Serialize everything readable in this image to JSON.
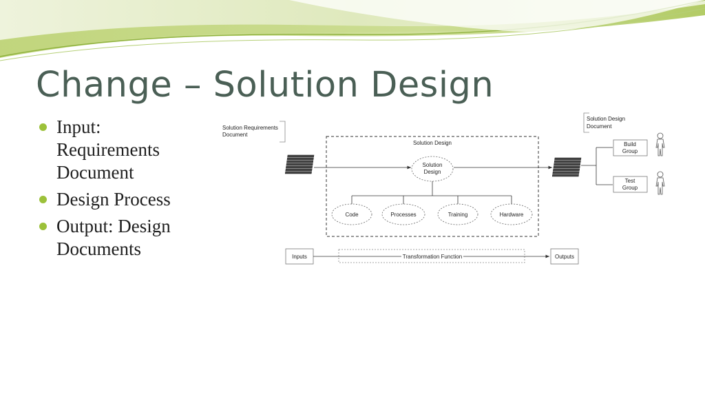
{
  "slide": {
    "title": "Change – Solution Design",
    "bullets": [
      "Input: Requirements Document",
      "Design Process",
      "Output: Design Documents"
    ]
  },
  "diagram": {
    "input_note": [
      "Solution Requirements",
      "Document"
    ],
    "output_note": [
      "Solution Design",
      "Document"
    ],
    "process_label": "Solution Design",
    "center_node": [
      "Solution",
      "Design"
    ],
    "sub_nodes": [
      "Code",
      "Processes",
      "Training",
      "Hardware"
    ],
    "groups": [
      [
        "Build",
        "Group"
      ],
      [
        "Test",
        "Group"
      ]
    ],
    "flow": {
      "inputs": "Inputs",
      "function": "Transformation Function",
      "outputs": "Outputs"
    }
  },
  "colors": {
    "title": "#4a5f55",
    "bullet": "#9cc13a",
    "banner_light": "#e6eecb",
    "banner_mid": "#c8d98e",
    "banner_dark": "#9cbf4a"
  }
}
